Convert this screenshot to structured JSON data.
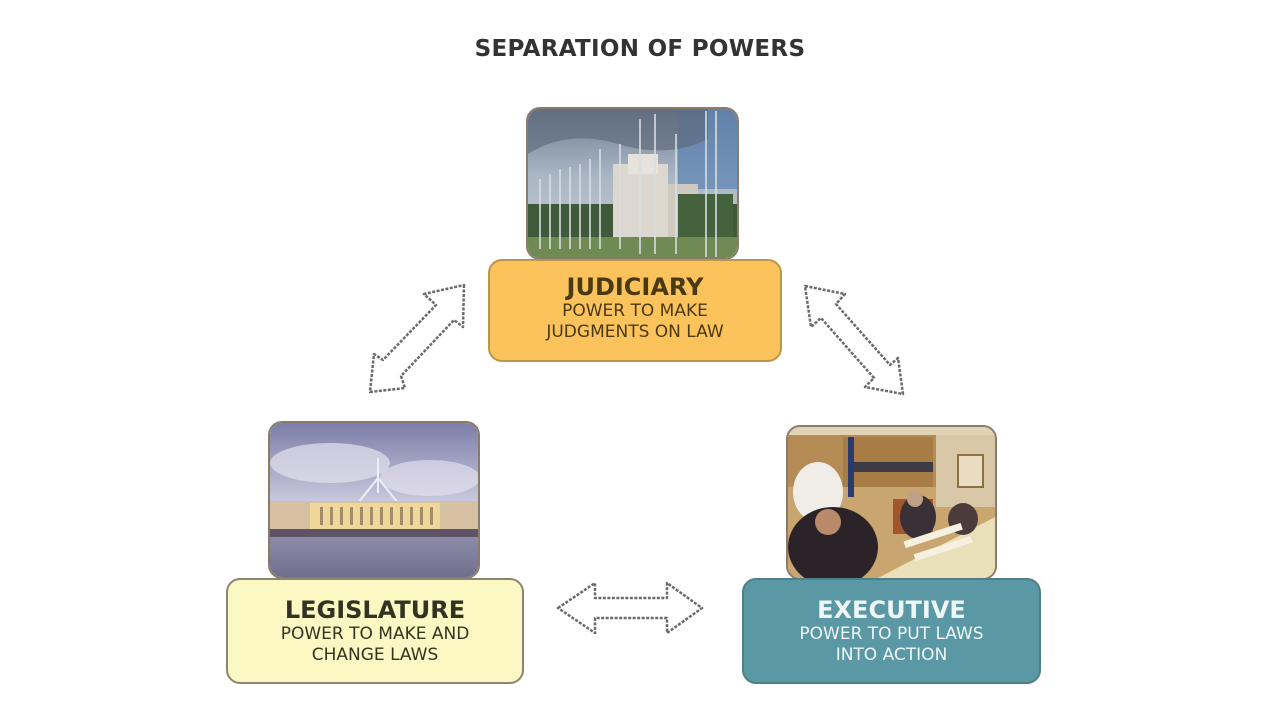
{
  "title": "SEPARATION OF POWERS",
  "branches": {
    "judiciary": {
      "heading": "JUDICIARY",
      "line1": "POWER TO MAKE",
      "line2": "JUDGMENTS ON LAW",
      "color": "#fcc35c",
      "photo": "high-court-building"
    },
    "legislature": {
      "heading": "LEGISLATURE",
      "line1": "POWER TO MAKE AND",
      "line2": "CHANGE LAWS",
      "color": "#fcf8c4",
      "photo": "parliament-house"
    },
    "executive": {
      "heading": "EXECUTIVE",
      "line1": "POWER TO PUT LAWS",
      "line2": "INTO ACTION",
      "color": "#5a98a5",
      "photo": "cabinet-meeting"
    }
  },
  "connections": [
    {
      "from": "legislature",
      "to": "judiciary",
      "type": "double-arrow"
    },
    {
      "from": "judiciary",
      "to": "executive",
      "type": "double-arrow"
    },
    {
      "from": "legislature",
      "to": "executive",
      "type": "double-arrow"
    }
  ]
}
